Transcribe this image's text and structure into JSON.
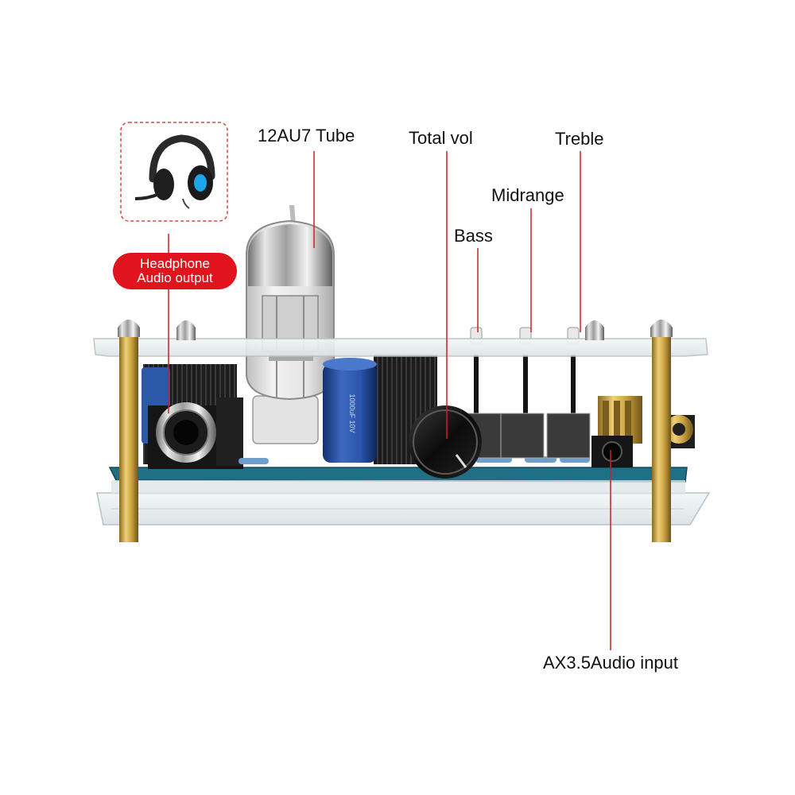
{
  "labels": {
    "tube": "12AU7 Tube",
    "total_vol": "Total vol",
    "treble": "Treble",
    "midrange": "Midrange",
    "bass": "Bass",
    "input": "AX3.5Audio input",
    "headphone_line1": "Headphone",
    "headphone_line2": "Audio output"
  },
  "capacitor_print": "1000uF 10V",
  "colors": {
    "callout_line": "#c8202a",
    "pill": "#e1141e",
    "pcb": "#1f6f86",
    "brass": "#c9a040",
    "tube_glass": "#d8d8d8"
  },
  "icons": [
    "headphone-icon"
  ]
}
